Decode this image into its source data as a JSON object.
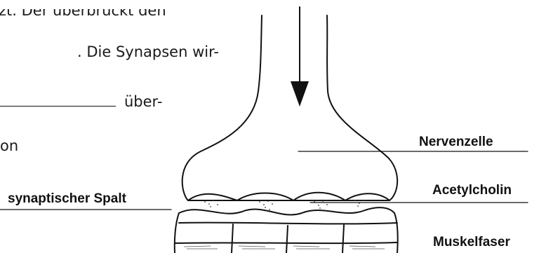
{
  "text": {
    "line1": "zt. Der überbrückt den",
    "line2": ". Die Synapsen wir-",
    "line3": "über-",
    "line4": "on"
  },
  "labels": {
    "nerve_cell": "Nervenzelle",
    "acetylcholine": "Acetylcholin",
    "muscle_fiber": "Muskelfaser",
    "synaptic_cleft": "synaptischer Spalt"
  },
  "colors": {
    "ink": "#111111",
    "background": "#ffffff"
  }
}
